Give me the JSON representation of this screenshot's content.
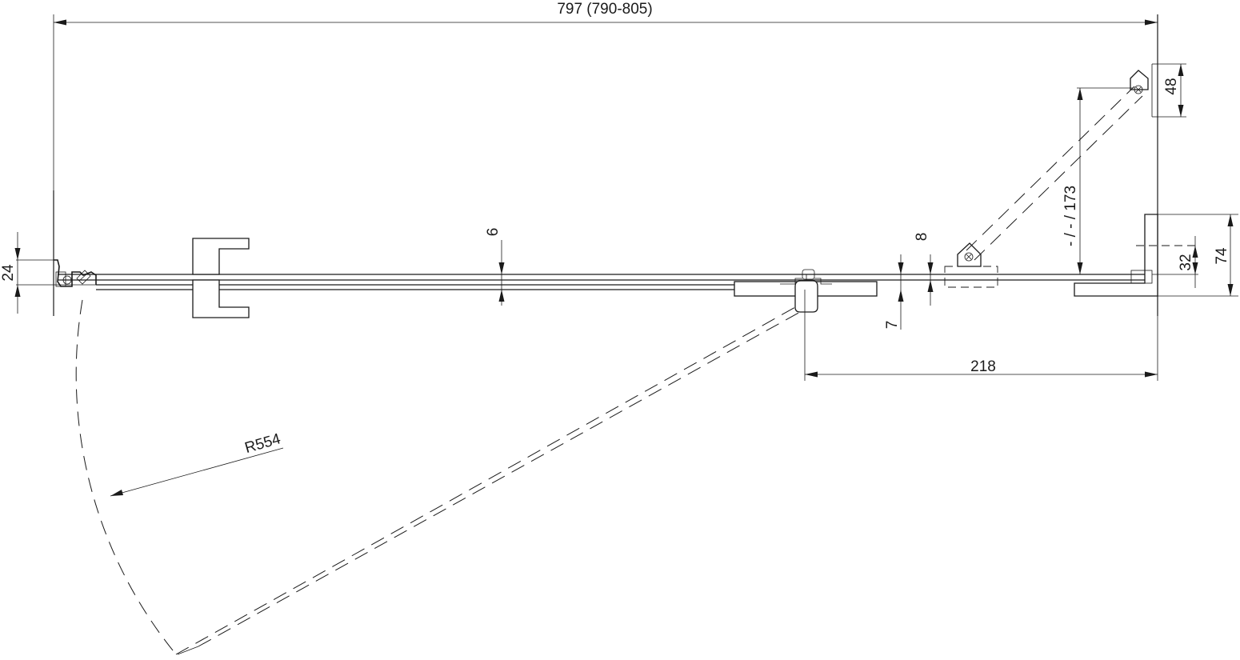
{
  "dimensions": {
    "overall_width": "797 (790-805)",
    "wall_profile_depth": "24",
    "glass_thickness": "6",
    "gap_top": "8",
    "gap_bottom": "7",
    "handle_offset": "218",
    "swing_radius": "R554",
    "bracket_angle_range": "- / - / 173",
    "bracket_height": "48",
    "profile_width": "74",
    "profile_inner": "32"
  },
  "colors": {
    "line": "#1a1a1a",
    "background": "#ffffff"
  }
}
